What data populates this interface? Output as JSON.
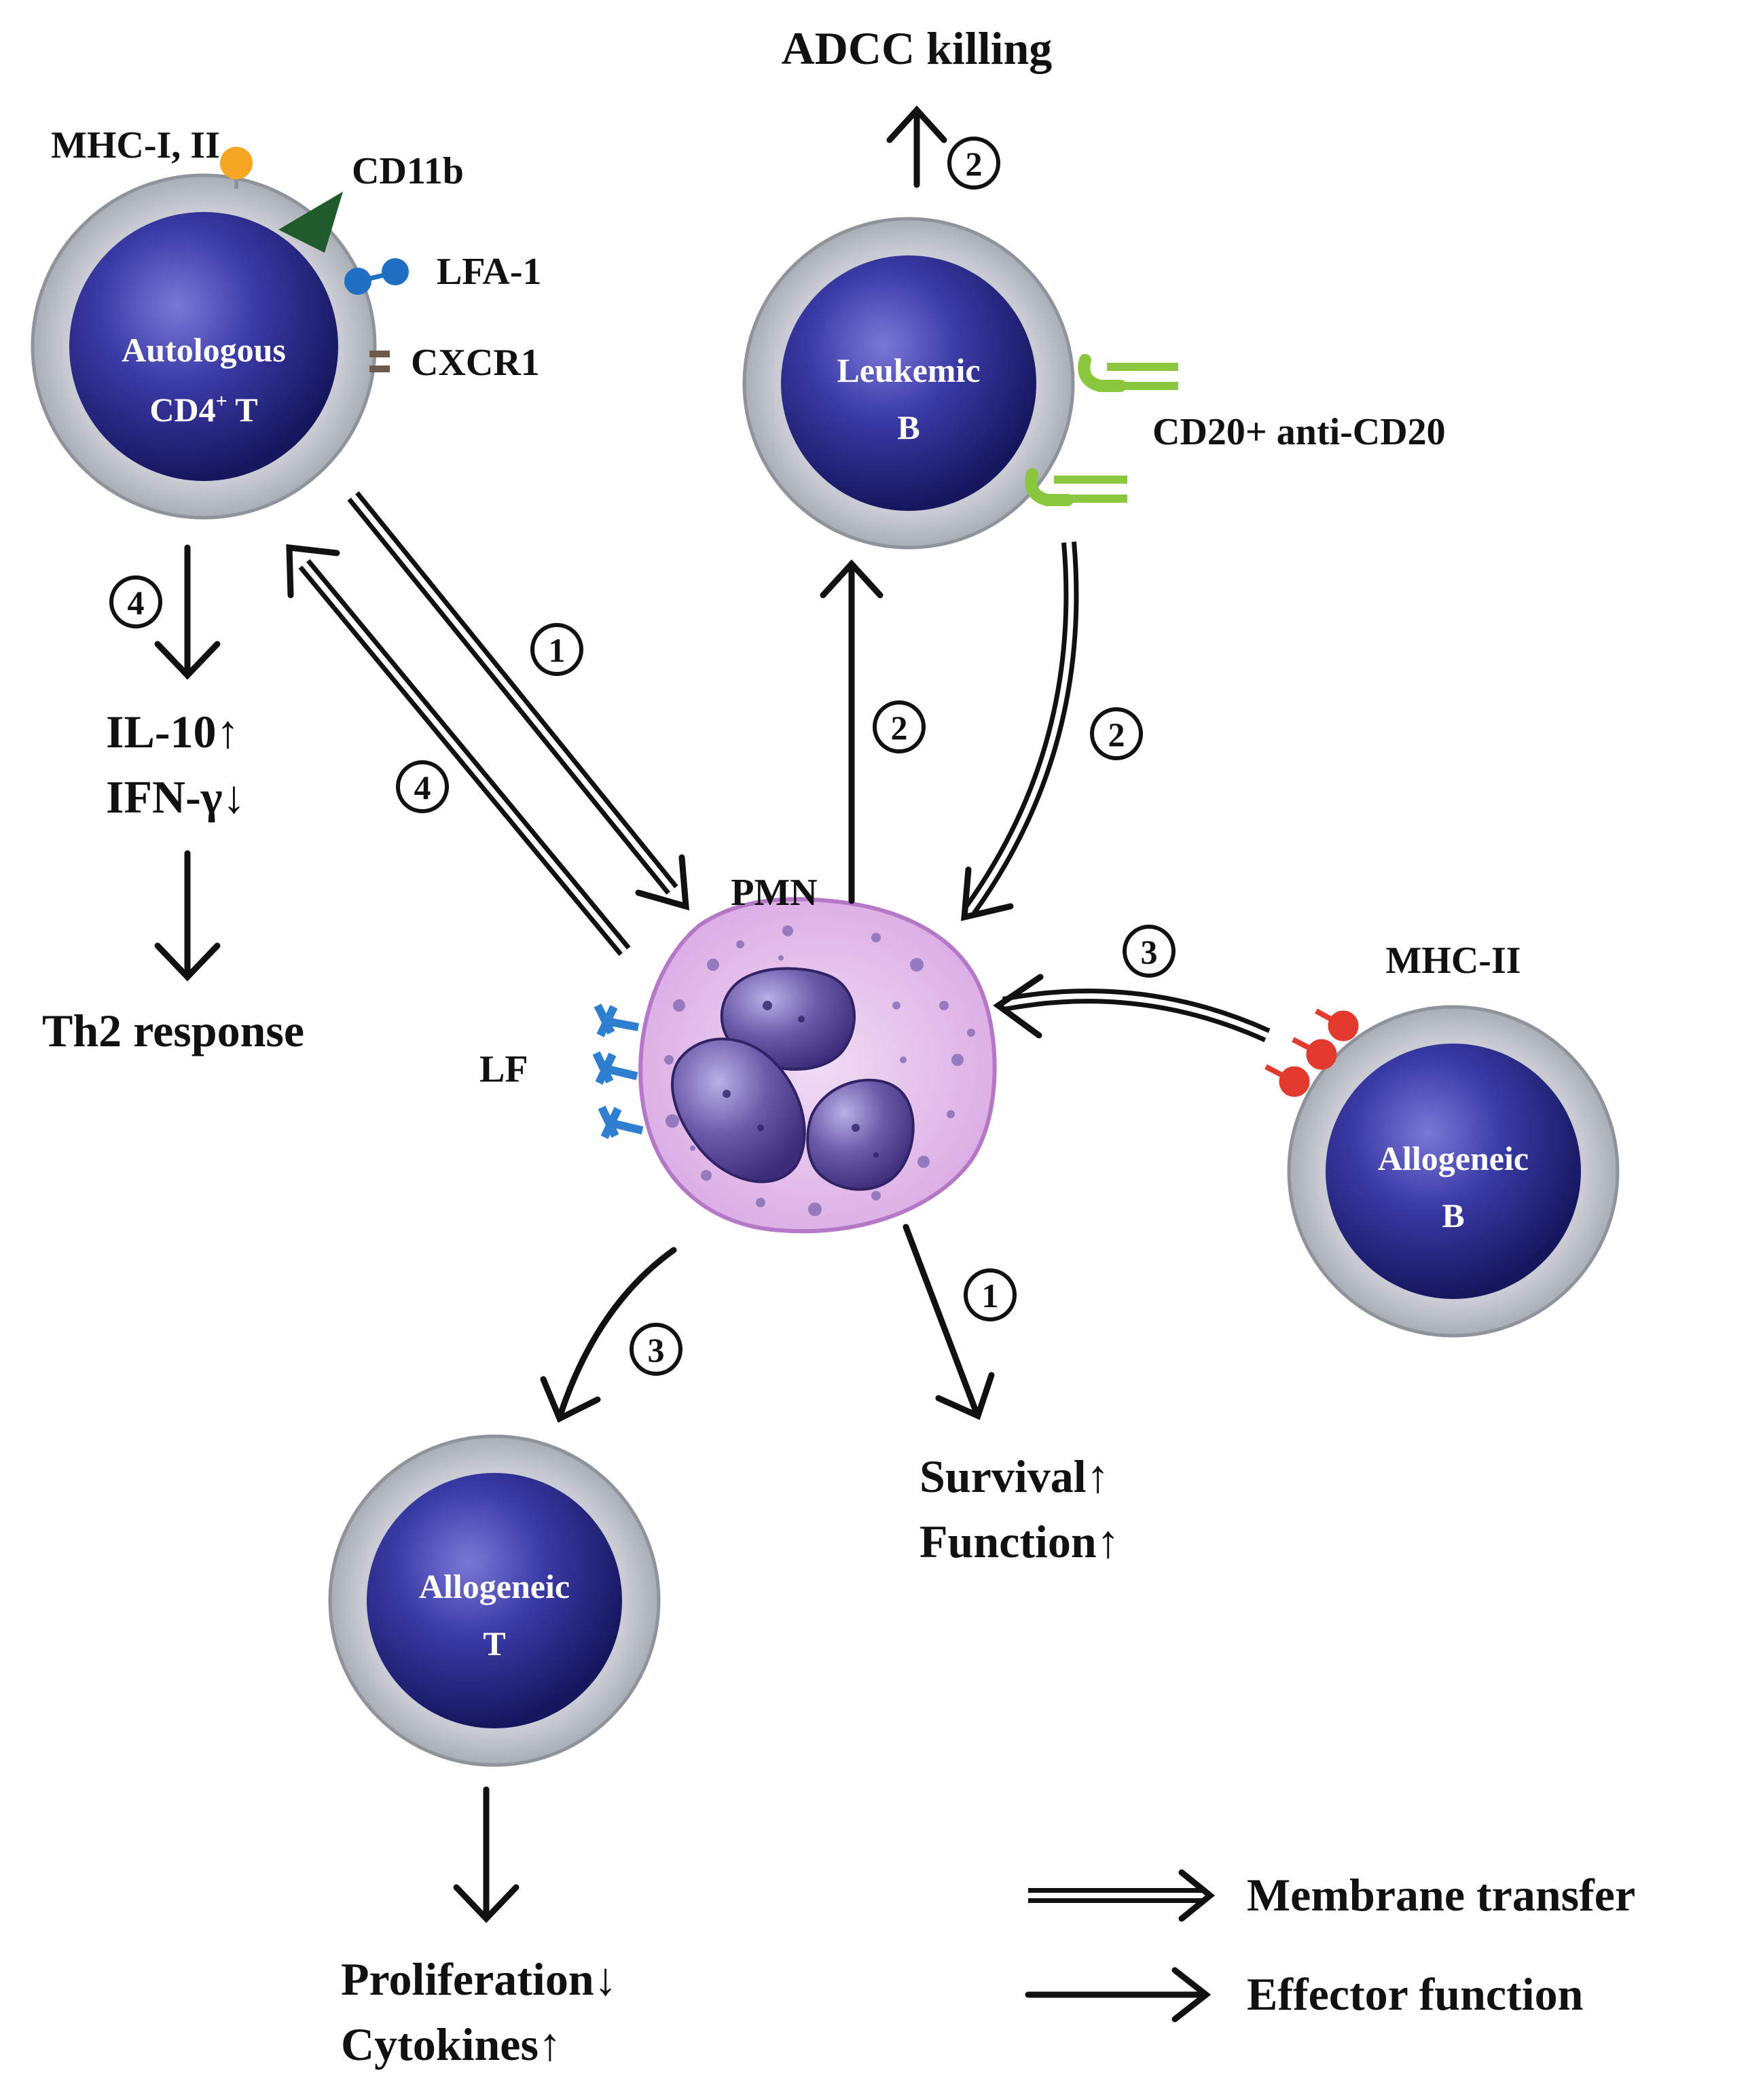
{
  "cells": {
    "autologous_t": {
      "line1": "Autologous",
      "line2": "CD4",
      "sup": "+",
      "line2b": " T"
    },
    "leukemic_b": {
      "line1": "Leukemic",
      "line2": "B"
    },
    "allogeneic_b": {
      "line1": "Allogeneic",
      "line2": "B"
    },
    "allogeneic_t": {
      "line1": "Allogeneic",
      "line2": "T"
    },
    "pmn": "PMN"
  },
  "markers": {
    "mhc": "MHC-I, II",
    "cd11b": "CD11b",
    "lfa1": "LFA-1",
    "cxcr1": "CXCR1",
    "cd20": "CD20+ anti-CD20",
    "mhc2": "MHC-II",
    "lf": "LF"
  },
  "outcomes": {
    "adcc": "ADCC killing",
    "il10": "IL-10↑",
    "ifng": "IFN-γ↓",
    "th2": "Th2 response",
    "survival": "Survival↑",
    "function": "Function↑",
    "proliferation": "Proliferation↓",
    "cytokines": "Cytokines↑"
  },
  "steps": {
    "s1": "1",
    "s2": "2",
    "s3": "3",
    "s4": "4"
  },
  "legend": {
    "membrane_transfer": "Membrane transfer",
    "effector_function": "Effector function"
  },
  "colors": {
    "cell_core": "#2a2a8c",
    "cell_ring": "#c8cad0",
    "pmn_body": "#e7c6ee",
    "pmn_nucleus": "#5a4a96",
    "mhc_orange": "#f5a623",
    "cd11b_green": "#1e5a2a",
    "lfa1_blue": "#1f6fc4",
    "cd20_green": "#8bc63f",
    "mhc2_red": "#e23a2f",
    "lf_blue": "#2f7fd0"
  }
}
